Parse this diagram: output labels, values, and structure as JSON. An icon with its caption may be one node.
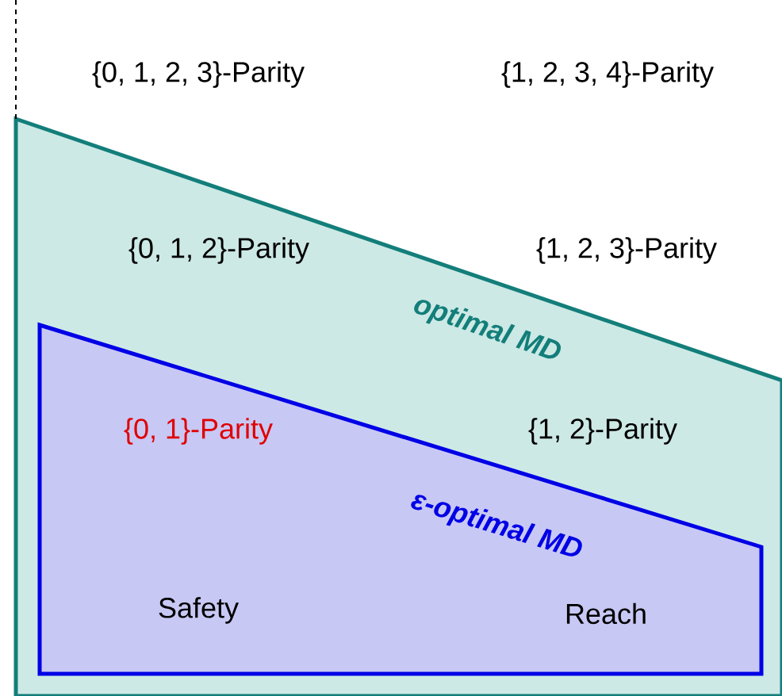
{
  "diagram": {
    "nodes": [
      {
        "text": [
          "{0, 1, 2}-Parity",
          "{1, 2, 3}-Parity",
          "optimal MD"
        ]
      },
      {
        "text": [
          "{0, 1}-Parity",
          "{1, 2}-Parity",
          "ε-optimal MD",
          "Safety",
          "Reach"
        ],
        "in": 0
      }
    ],
    "labels": [
      "{0, 1, 2, 3}-Parity",
      "{1, 2, 3, 4}-Parity"
    ]
  }
}
